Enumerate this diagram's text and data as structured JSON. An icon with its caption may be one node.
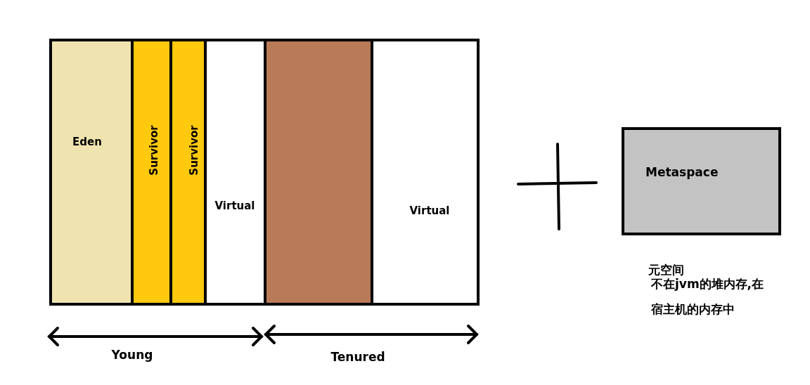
{
  "diagram": {
    "nodes": [
      {
        "text": [
          "Eden"
        ]
      },
      {
        "text": [
          "Survivor"
        ]
      },
      {
        "text": [
          "Survivor"
        ]
      },
      {
        "text": [
          "Virtual"
        ]
      },
      {
        "text": [],
        "shape": "box"
      },
      {
        "text": [
          "Virtual"
        ]
      },
      {
        "text": [
          "Metaspace"
        ],
        "beside": [
          "元空间",
          "不在jvm的堆内存,在宿主机的内存中"
        ]
      }
    ],
    "labels": [
      "Young",
      "Tenured"
    ]
  }
}
